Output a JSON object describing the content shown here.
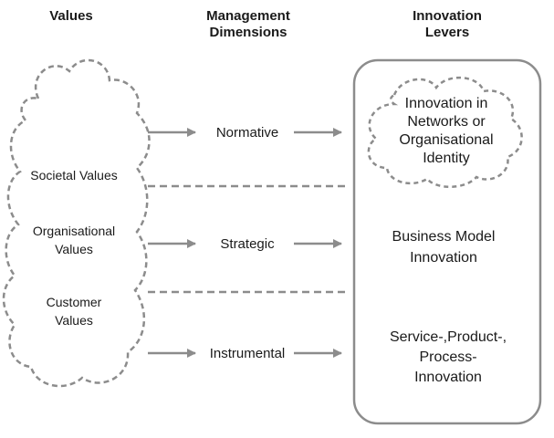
{
  "headers": {
    "values": "Values",
    "dimensions": [
      "Management",
      "Dimensions"
    ],
    "levers": [
      "Innovation",
      "Levers"
    ]
  },
  "values_cloud": {
    "items": [
      [
        "Societal Values"
      ],
      [
        "Organisational",
        "Values"
      ],
      [
        "Customer",
        "Values"
      ]
    ]
  },
  "dimensions": [
    "Normative",
    "Strategic",
    "Instrumental"
  ],
  "levers": [
    [
      "Innovation in",
      "Networks or",
      "Organisational",
      "Identity"
    ],
    [
      "Business Model",
      "Innovation"
    ],
    [
      "Service-,Product-,",
      "Process-",
      "Innovation"
    ]
  ],
  "colors": {
    "line": "#8c8c8c",
    "text": "#1a1a1a"
  }
}
